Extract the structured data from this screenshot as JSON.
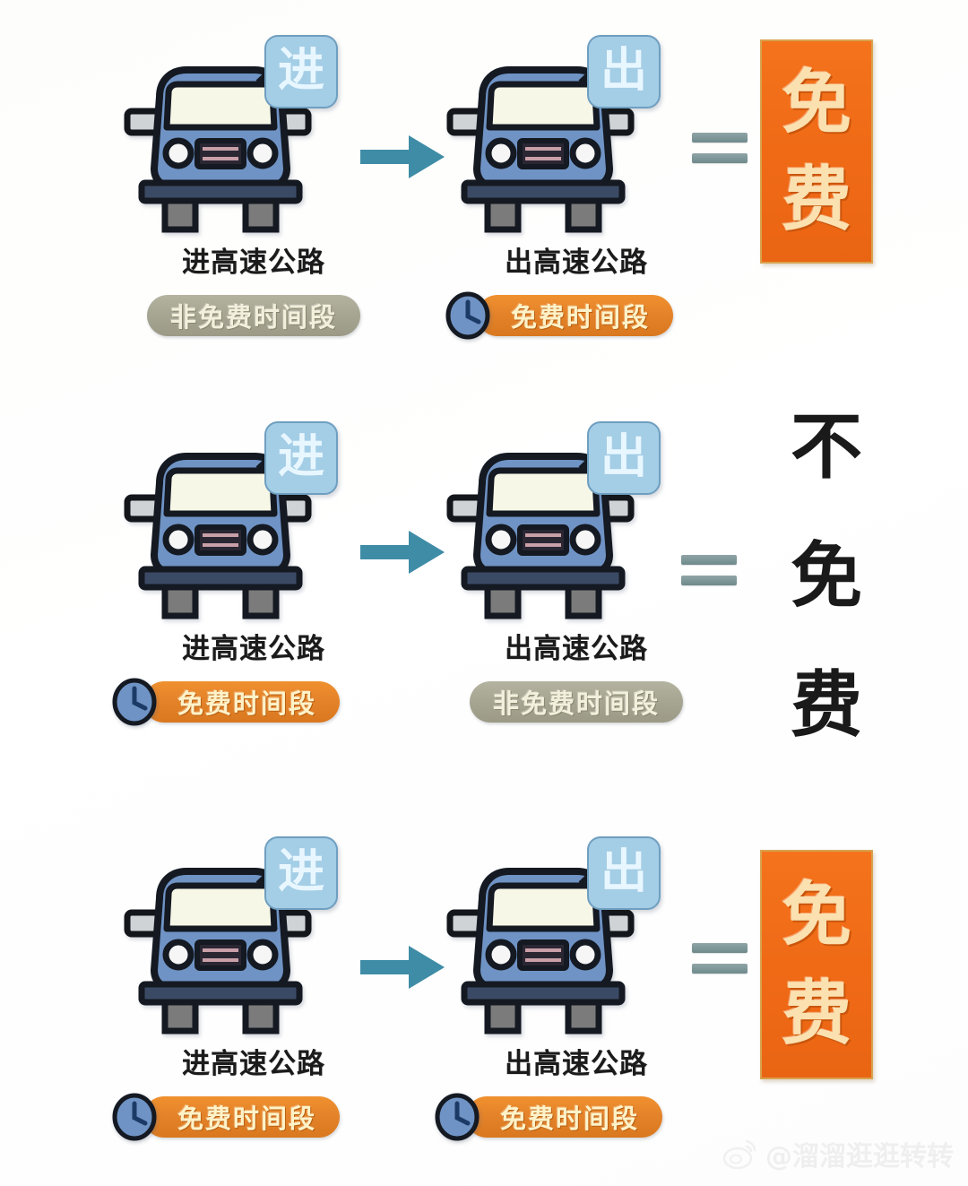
{
  "meta": {
    "background_color": "#ffffff",
    "accent_orange": "#f06a16",
    "accent_gray_olive": "#a7a693",
    "car_body_blue": "#6f93c4",
    "arrow_teal": "#3f8ca6",
    "equals_color": "#7d9496"
  },
  "labels": {
    "enter_sign": "进",
    "exit_sign": "出",
    "enter_highway": "进高速公路",
    "exit_highway": "出高速公路",
    "free_period": "免费时间段",
    "nonfree_period": "非免费时间段",
    "clock_icon_name": "clock-icon",
    "arrow_icon_name": "arrow-right-icon",
    "equals_icon_name": "equals-icon"
  },
  "rows": [
    {
      "id": "row-1",
      "enter": {
        "sign": "进",
        "caption": "进高速公路",
        "badge_text": "非免费时间段",
        "badge_type": "nonfree",
        "has_clock": false
      },
      "exit": {
        "sign": "出",
        "caption": "出高速公路",
        "badge_text": "免费时间段",
        "badge_type": "free",
        "has_clock": true
      },
      "result": {
        "style": "orange-block",
        "chars": [
          "免",
          "费"
        ],
        "text": "免费"
      }
    },
    {
      "id": "row-2",
      "enter": {
        "sign": "进",
        "caption": "进高速公路",
        "badge_text": "免费时间段",
        "badge_type": "free",
        "has_clock": true
      },
      "exit": {
        "sign": "出",
        "caption": "出高速公路",
        "badge_text": "非免费时间段",
        "badge_type": "nonfree",
        "has_clock": false
      },
      "result": {
        "style": "black-text",
        "chars": [
          "不",
          "免",
          "费"
        ],
        "text": "不免费"
      }
    },
    {
      "id": "row-3",
      "enter": {
        "sign": "进",
        "caption": "进高速公路",
        "badge_text": "免费时间段",
        "badge_type": "free",
        "has_clock": true
      },
      "exit": {
        "sign": "出",
        "caption": "出高速公路",
        "badge_text": "免费时间段",
        "badge_type": "free",
        "has_clock": true
      },
      "result": {
        "style": "orange-block",
        "chars": [
          "免",
          "费"
        ],
        "text": "免费"
      }
    }
  ],
  "watermark": {
    "handle": "@溜溜逛逛转转",
    "logo_name": "weibo-logo-icon"
  }
}
